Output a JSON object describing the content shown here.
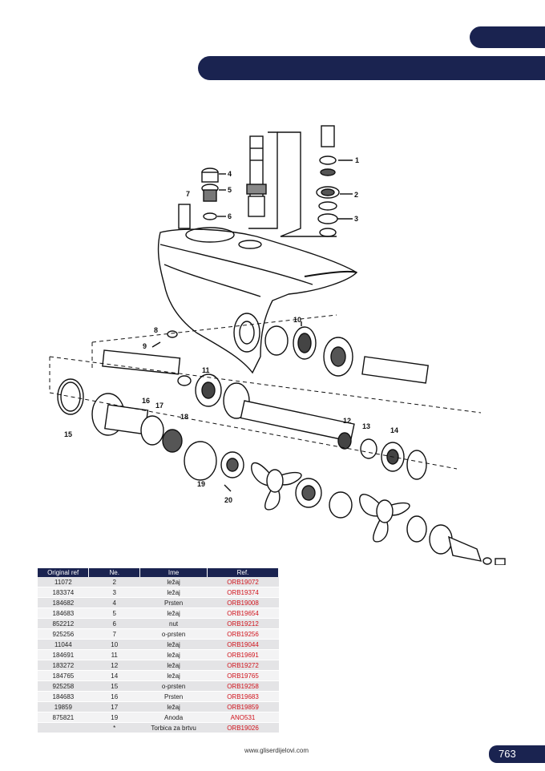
{
  "diagram": {
    "callouts": [
      "1",
      "2",
      "3",
      "4",
      "5",
      "6",
      "7",
      "8",
      "9",
      "10",
      "11",
      "12",
      "13",
      "14",
      "15",
      "16",
      "17",
      "18",
      "19",
      "20"
    ]
  },
  "table": {
    "headers": [
      "Original ref",
      "Ne.",
      "Ime",
      "Ref."
    ],
    "rows": [
      [
        "11072",
        "2",
        "ležaj",
        "ORB19072"
      ],
      [
        "183374",
        "3",
        "ležaj",
        "ORB19374"
      ],
      [
        "184682",
        "4",
        "Prsten",
        "ORB19008"
      ],
      [
        "184683",
        "5",
        "ležaj",
        "ORB19654"
      ],
      [
        "852212",
        "6",
        "nut",
        "ORB19212"
      ],
      [
        "925256",
        "7",
        "o-prsten",
        "ORB19256"
      ],
      [
        "11044",
        "10",
        "ležaj",
        "ORB19044"
      ],
      [
        "184691",
        "11",
        "ležaj",
        "ORB19691"
      ],
      [
        "183272",
        "12",
        "ležaj",
        "ORB19272"
      ],
      [
        "184765",
        "14",
        "ležaj",
        "ORB19765"
      ],
      [
        "925258",
        "15",
        "o-prsten",
        "ORB19258"
      ],
      [
        "184683",
        "16",
        "Prsten",
        "ORB19683"
      ],
      [
        "19859",
        "17",
        "ležaj",
        "ORB19859"
      ],
      [
        "875821",
        "19",
        "Anoda",
        "ANO531"
      ],
      [
        "",
        "*",
        "Torbica za brtvu",
        "ORB19026"
      ]
    ]
  },
  "footer": {
    "url": "www.gliserdijelovi.com",
    "page": "763"
  },
  "colors": {
    "navy": "#1a2350",
    "ref_red": "#d0121b"
  }
}
